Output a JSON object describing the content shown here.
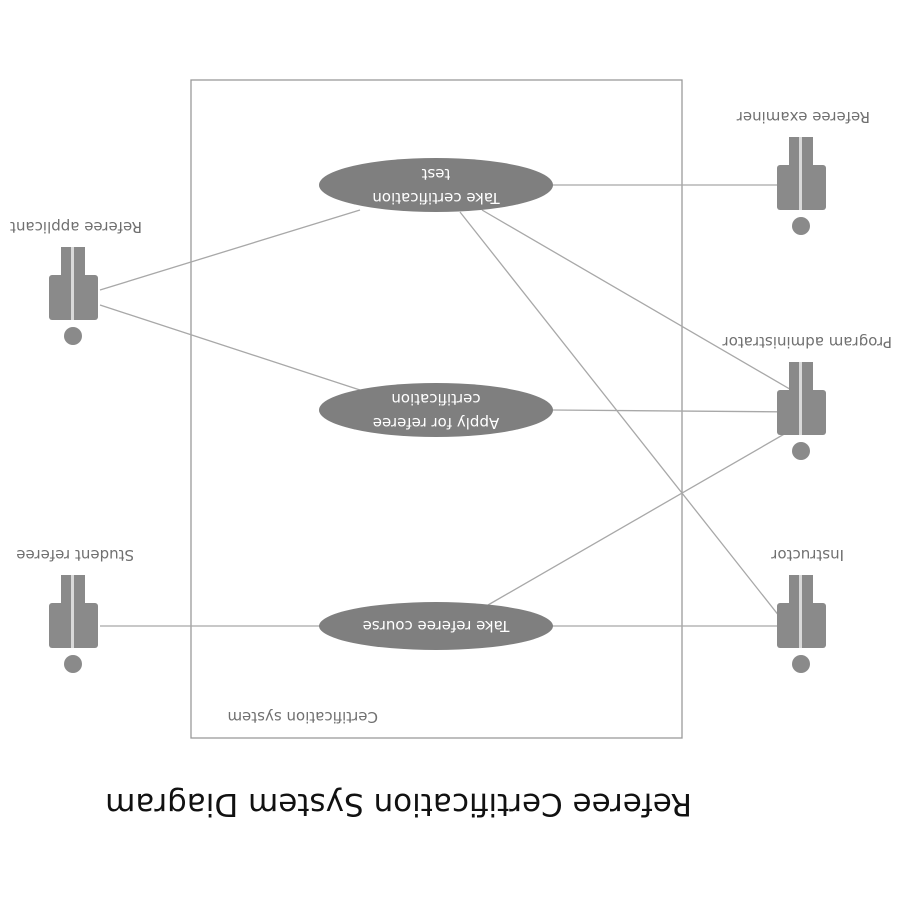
{
  "title": "Referee Certification System Diagram",
  "system": {
    "label": "Certification system"
  },
  "use_cases": {
    "take_test": {
      "line1": "Take certification",
      "line2": "test"
    },
    "apply": {
      "line1": "Apply for referee",
      "line2": "certification"
    },
    "course": {
      "line1": "Take referee course"
    }
  },
  "actors": {
    "referee_examiner": "Referee examiner",
    "referee_applicant": "Referee applicant",
    "program_administrator": "Program administrator",
    "student_referee": "Student referee",
    "instructor": "Instructor"
  },
  "colors": {
    "use_case_fill": "#7f7f7f",
    "actor_fill": "#8a8a8a",
    "line": "#a8a8a8",
    "boundary": "#9a9a9a"
  }
}
